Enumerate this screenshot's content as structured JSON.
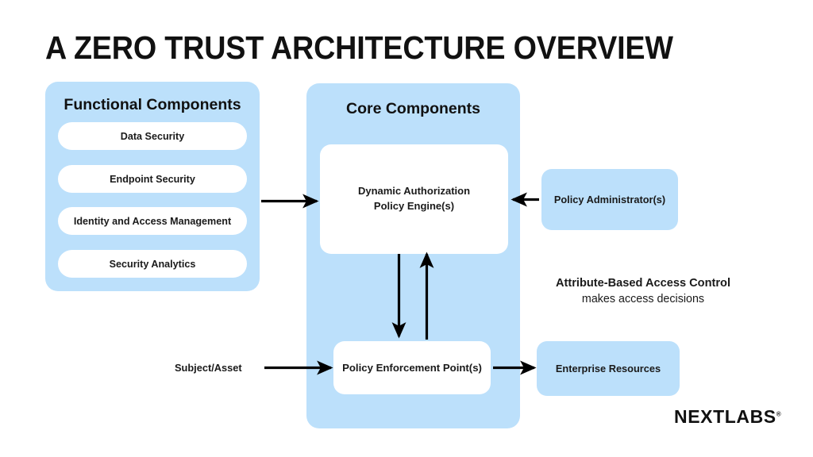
{
  "title": "A ZERO TRUST ARCHITECTURE OVERVIEW",
  "colors": {
    "panel_blue": "#BCE0FB",
    "box_white": "#FFFFFF",
    "text_dark": "#1A1A1A",
    "arrow_black": "#000000",
    "background": "#FFFFFF"
  },
  "panels": {
    "functional": {
      "title": "Functional Components",
      "items": [
        {
          "label": "Data Security"
        },
        {
          "label": "Endpoint Security"
        },
        {
          "label": "Identity and Access Management"
        },
        {
          "label": "Security Analytics"
        }
      ]
    },
    "core": {
      "title": "Core Components",
      "boxes": [
        {
          "label": "Dynamic Authorization\nPolicy Engine(s)",
          "line1": "Dynamic Authorization",
          "line2": "Policy Engine(s)"
        },
        {
          "label": "Policy Enforcement Point(s)"
        }
      ]
    }
  },
  "side_boxes": {
    "policy_administrator": "Policy Administrator(s)",
    "enterprise_resources": "Enterprise Resources"
  },
  "labels": {
    "subject_asset": "Subject/Asset"
  },
  "note": {
    "strong": "Attribute-Based Access Control",
    "sub": "makes access decisions"
  },
  "logo": {
    "text": "NEXTLABS",
    "mark": "®"
  },
  "arrows": [
    {
      "name": "functional-to-engine",
      "direction": "right",
      "from": "Functional Components",
      "to": "Dynamic Authorization Policy Engine(s)"
    },
    {
      "name": "admin-to-engine",
      "direction": "left",
      "from": "Policy Administrator(s)",
      "to": "Dynamic Authorization Policy Engine(s)"
    },
    {
      "name": "engine-to-pep",
      "direction": "down",
      "from": "Dynamic Authorization Policy Engine(s)",
      "to": "Policy Enforcement Point(s)"
    },
    {
      "name": "pep-to-engine",
      "direction": "up",
      "from": "Policy Enforcement Point(s)",
      "to": "Dynamic Authorization Policy Engine(s)"
    },
    {
      "name": "subject-to-pep",
      "direction": "right",
      "from": "Subject/Asset",
      "to": "Policy Enforcement Point(s)"
    },
    {
      "name": "pep-to-resources",
      "direction": "right",
      "from": "Policy Enforcement Point(s)",
      "to": "Enterprise Resources"
    }
  ]
}
